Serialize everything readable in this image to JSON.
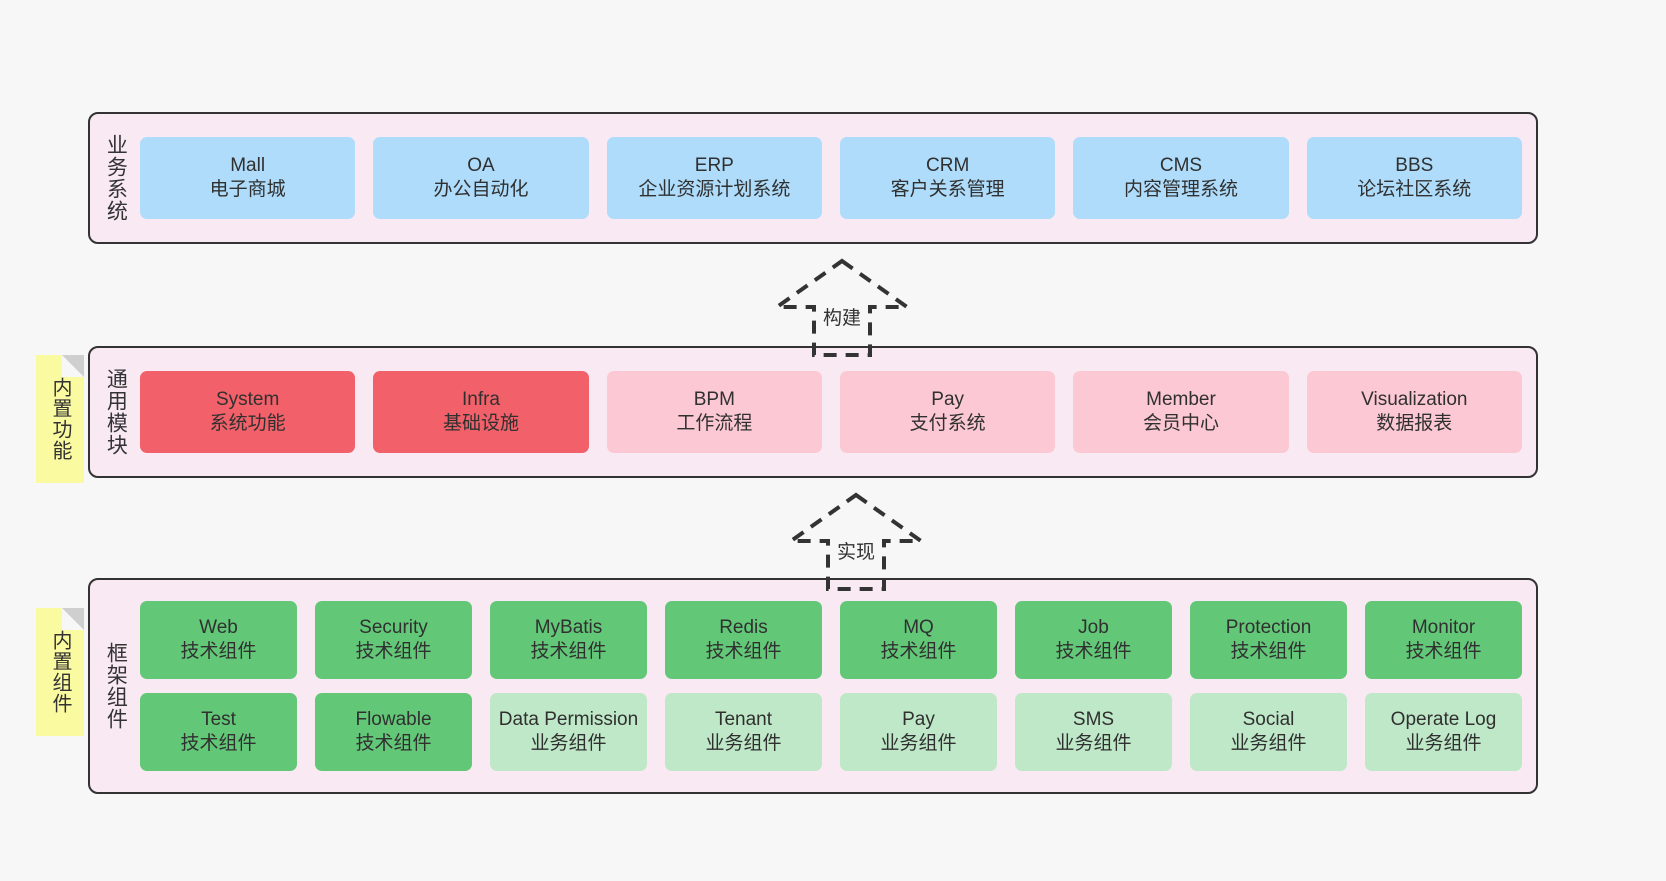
{
  "theme": {
    "page_background": "#f7f7f7",
    "panel_background": "#f8e9f2",
    "panel_border": "#333333",
    "business_card": "#aedcfa",
    "module_core": "#f2616a",
    "module_optional": "#fbc8d3",
    "component_tech": "#62c878",
    "component_biz": "#bfe8c8",
    "sticky_note": "#fafaa0",
    "sticky_fold": "#cfcfcf"
  },
  "layers": {
    "business": {
      "label": "业务系统",
      "cards": [
        {
          "en": "Mall",
          "cn": "电子商城"
        },
        {
          "en": "OA",
          "cn": "办公自动化"
        },
        {
          "en": "ERP",
          "cn": "企业资源计划系统"
        },
        {
          "en": "CRM",
          "cn": "客户关系管理"
        },
        {
          "en": "CMS",
          "cn": "内容管理系统"
        },
        {
          "en": "BBS",
          "cn": "论坛社区系统"
        }
      ]
    },
    "modules": {
      "label": "通用模块",
      "sticky": "内置功能",
      "cards": [
        {
          "en": "System",
          "cn": "系统功能",
          "kind": "core"
        },
        {
          "en": "Infra",
          "cn": "基础设施",
          "kind": "core"
        },
        {
          "en": "BPM",
          "cn": "工作流程",
          "kind": "optional"
        },
        {
          "en": "Pay",
          "cn": "支付系统",
          "kind": "optional"
        },
        {
          "en": "Member",
          "cn": "会员中心",
          "kind": "optional"
        },
        {
          "en": "Visualization",
          "cn": "数据报表",
          "kind": "optional"
        }
      ]
    },
    "framework": {
      "label": "框架组件",
      "sticky": "内置组件",
      "row1": [
        {
          "en": "Web",
          "cn": "技术组件",
          "kind": "tech"
        },
        {
          "en": "Security",
          "cn": "技术组件",
          "kind": "tech"
        },
        {
          "en": "MyBatis",
          "cn": "技术组件",
          "kind": "tech"
        },
        {
          "en": "Redis",
          "cn": "技术组件",
          "kind": "tech"
        },
        {
          "en": "MQ",
          "cn": "技术组件",
          "kind": "tech"
        },
        {
          "en": "Job",
          "cn": "技术组件",
          "kind": "tech"
        },
        {
          "en": "Protection",
          "cn": "技术组件",
          "kind": "tech"
        },
        {
          "en": "Monitor",
          "cn": "技术组件",
          "kind": "tech"
        }
      ],
      "row2": [
        {
          "en": "Test",
          "cn": "技术组件",
          "kind": "tech"
        },
        {
          "en": "Flowable",
          "cn": "技术组件",
          "kind": "tech"
        },
        {
          "en": "Data Permission",
          "cn": "业务组件",
          "kind": "biz"
        },
        {
          "en": "Tenant",
          "cn": "业务组件",
          "kind": "biz"
        },
        {
          "en": "Pay",
          "cn": "业务组件",
          "kind": "biz"
        },
        {
          "en": "SMS",
          "cn": "业务组件",
          "kind": "biz"
        },
        {
          "en": "Social",
          "cn": "业务组件",
          "kind": "biz"
        },
        {
          "en": "Operate Log",
          "cn": "业务组件",
          "kind": "biz"
        }
      ]
    }
  },
  "connectors": [
    {
      "label": "构建"
    },
    {
      "label": "实现"
    }
  ]
}
